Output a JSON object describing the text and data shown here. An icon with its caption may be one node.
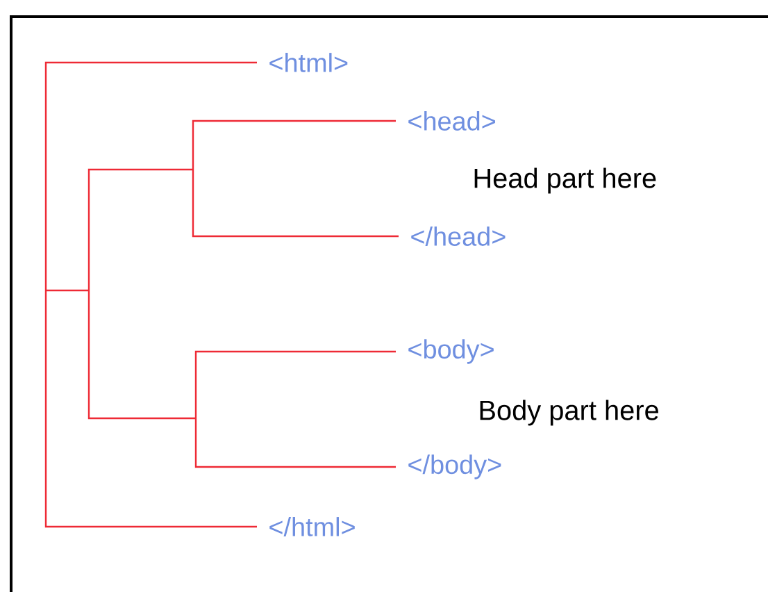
{
  "diagram": {
    "nodes": [
      {
        "text": [
          "<html>"
        ]
      },
      {
        "text": [
          "<head>"
        ]
      },
      {
        "text": [
          "</head>"
        ]
      },
      {
        "text": [
          "<body>"
        ]
      },
      {
        "text": [
          "</body>"
        ]
      },
      {
        "text": [
          "</html>"
        ]
      }
    ],
    "edges": [
      {
        "from": 0,
        "to": 5,
        "arrow": "none",
        "color": "#ee2a35"
      },
      {
        "from": 1,
        "to": 2,
        "arrow": "none",
        "color": "#ee2a35"
      },
      {
        "from": 3,
        "to": 4,
        "arrow": "none",
        "color": "#ee2a35"
      }
    ],
    "labels": [
      "Head part here",
      "Body part here"
    ]
  }
}
